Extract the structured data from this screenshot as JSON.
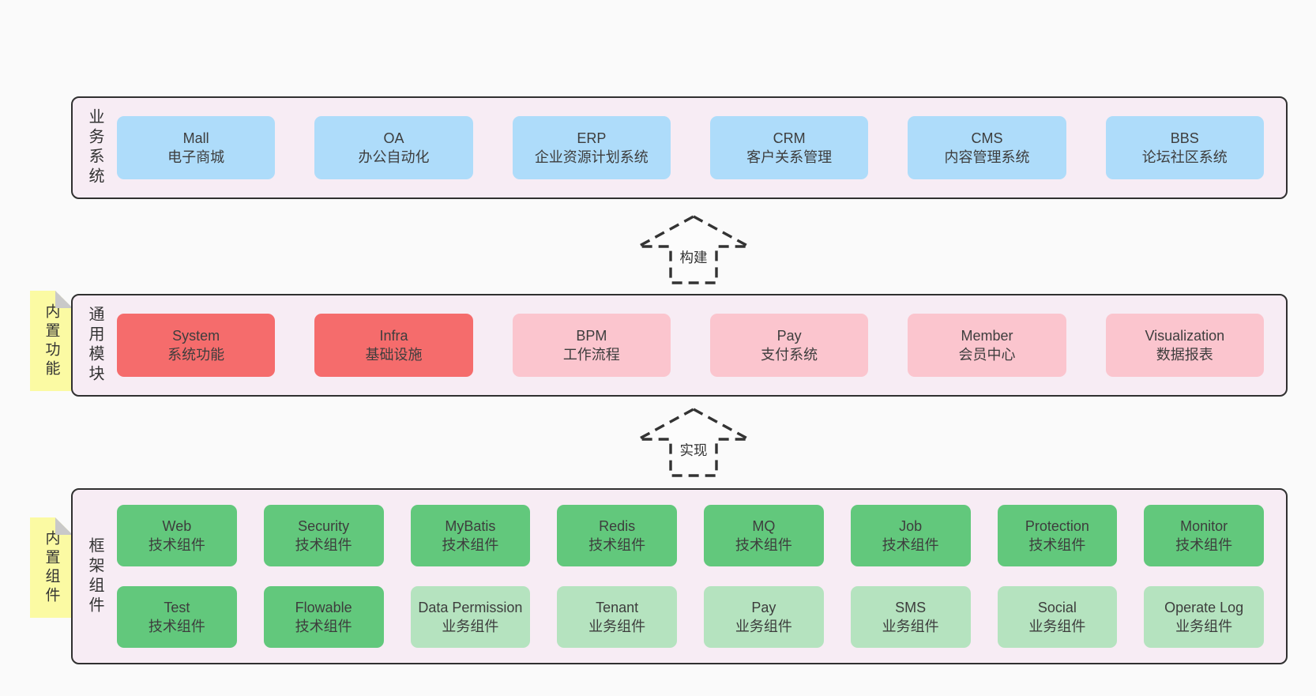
{
  "colors": {
    "page_bg": "#fafafa",
    "panel_bg": "#f7ecf4",
    "panel_border": "#303030",
    "blue_box": "#aedcfa",
    "red_box": "#f56c6c",
    "pink_box": "#fbc5ce",
    "green_box": "#62c87c",
    "light_green_box": "#b5e3bf",
    "sticky_yellow": "#fbfaa3"
  },
  "arrows": [
    {
      "label": "构建"
    },
    {
      "label": "实现"
    }
  ],
  "sections": [
    {
      "label": "业务系统",
      "boxes": [
        {
          "title": "Mall",
          "subtitle": "电子商城"
        },
        {
          "title": "OA",
          "subtitle": "办公自动化"
        },
        {
          "title": "ERP",
          "subtitle": "企业资源计划系统"
        },
        {
          "title": "CRM",
          "subtitle": "客户关系管理"
        },
        {
          "title": "CMS",
          "subtitle": "内容管理系统"
        },
        {
          "title": "BBS",
          "subtitle": "论坛社区系统"
        }
      ]
    },
    {
      "label": "通用模块",
      "sticky": "内置功能",
      "boxes": [
        {
          "title": "System",
          "subtitle": "系统功能"
        },
        {
          "title": "Infra",
          "subtitle": "基础设施"
        },
        {
          "title": "BPM",
          "subtitle": "工作流程"
        },
        {
          "title": "Pay",
          "subtitle": "支付系统"
        },
        {
          "title": "Member",
          "subtitle": "会员中心"
        },
        {
          "title": "Visualization",
          "subtitle": "数据报表"
        }
      ]
    },
    {
      "label": "框架组件",
      "sticky": "内置组件",
      "rows": [
        [
          {
            "title": "Web",
            "subtitle": "技术组件"
          },
          {
            "title": "Security",
            "subtitle": "技术组件"
          },
          {
            "title": "MyBatis",
            "subtitle": "技术组件"
          },
          {
            "title": "Redis",
            "subtitle": "技术组件"
          },
          {
            "title": "MQ",
            "subtitle": "技术组件"
          },
          {
            "title": "Job",
            "subtitle": "技术组件"
          },
          {
            "title": "Protection",
            "subtitle": "技术组件"
          },
          {
            "title": "Monitor",
            "subtitle": "技术组件"
          }
        ],
        [
          {
            "title": "Test",
            "subtitle": "技术组件"
          },
          {
            "title": "Flowable",
            "subtitle": "技术组件"
          },
          {
            "title": "Data Permission",
            "subtitle": "业务组件"
          },
          {
            "title": "Tenant",
            "subtitle": "业务组件"
          },
          {
            "title": "Pay",
            "subtitle": "业务组件"
          },
          {
            "title": "SMS",
            "subtitle": "业务组件"
          },
          {
            "title": "Social",
            "subtitle": "业务组件"
          },
          {
            "title": "Operate Log",
            "subtitle": "业务组件"
          }
        ]
      ]
    }
  ]
}
